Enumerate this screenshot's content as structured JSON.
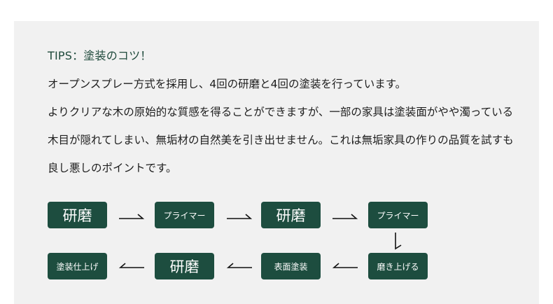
{
  "tips_title": "TIPS：塗装のコツ！",
  "paragraph": [
    "オープンスプレー方式を採用し、4回の研磨と4回の塗装を行っています。",
    "よりクリアな木の原始的な質感を得ることができますが、一部の家具は塗装面がやや濁っている",
    "木目が隠れてしまい、無垢材の自然美を引き出せません。これは無垢家具の作りの品質を試すも",
    "良し悪しのポイントです。"
  ],
  "flow": {
    "row1": [
      "研磨",
      "プライマー",
      "研磨",
      "プライマー"
    ],
    "row2": [
      "塗装仕上げ",
      "研磨",
      "表面塗装",
      "磨き上げる"
    ]
  },
  "colors": {
    "accent": "#1d4d3f",
    "title": "#1f4a3c",
    "panel": "#f1f1f1"
  }
}
